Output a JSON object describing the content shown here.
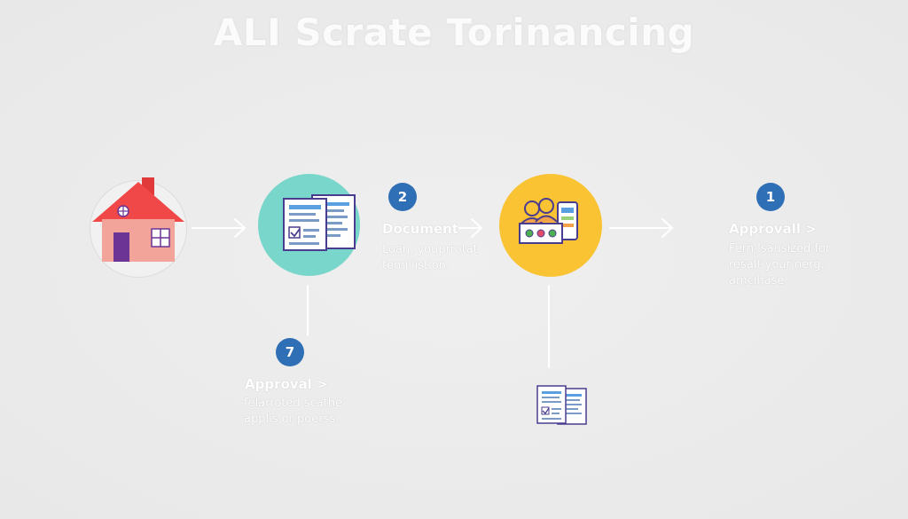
{
  "title": "ALI Scrate Torinancing",
  "steps": {
    "document": {
      "number": "2",
      "label": "Document",
      "description": [
        "Loan, youprrotat",
        "temillistion."
      ]
    },
    "approval_right": {
      "number": "1",
      "label": "Approvall >",
      "description": [
        "Fern lsausized for",
        "resalt your nerg.",
        "amcihase"
      ]
    },
    "approval_bottom": {
      "number": "7",
      "label": "Approval >",
      "description": [
        "felarroted scathe",
        "applis or poerss."
      ]
    }
  },
  "icons": {
    "house": "house-icon",
    "documents": "documents-icon",
    "meeting": "meeting-icon",
    "small_documents": "small-documents-icon"
  },
  "colors": {
    "badge": "#2f6fb5",
    "doc_circle": "#79d6cb",
    "meeting_circle": "#f9c334",
    "house_roof": "#f04848",
    "house_wall": "#f2a49b",
    "house_door": "#6c3595"
  }
}
